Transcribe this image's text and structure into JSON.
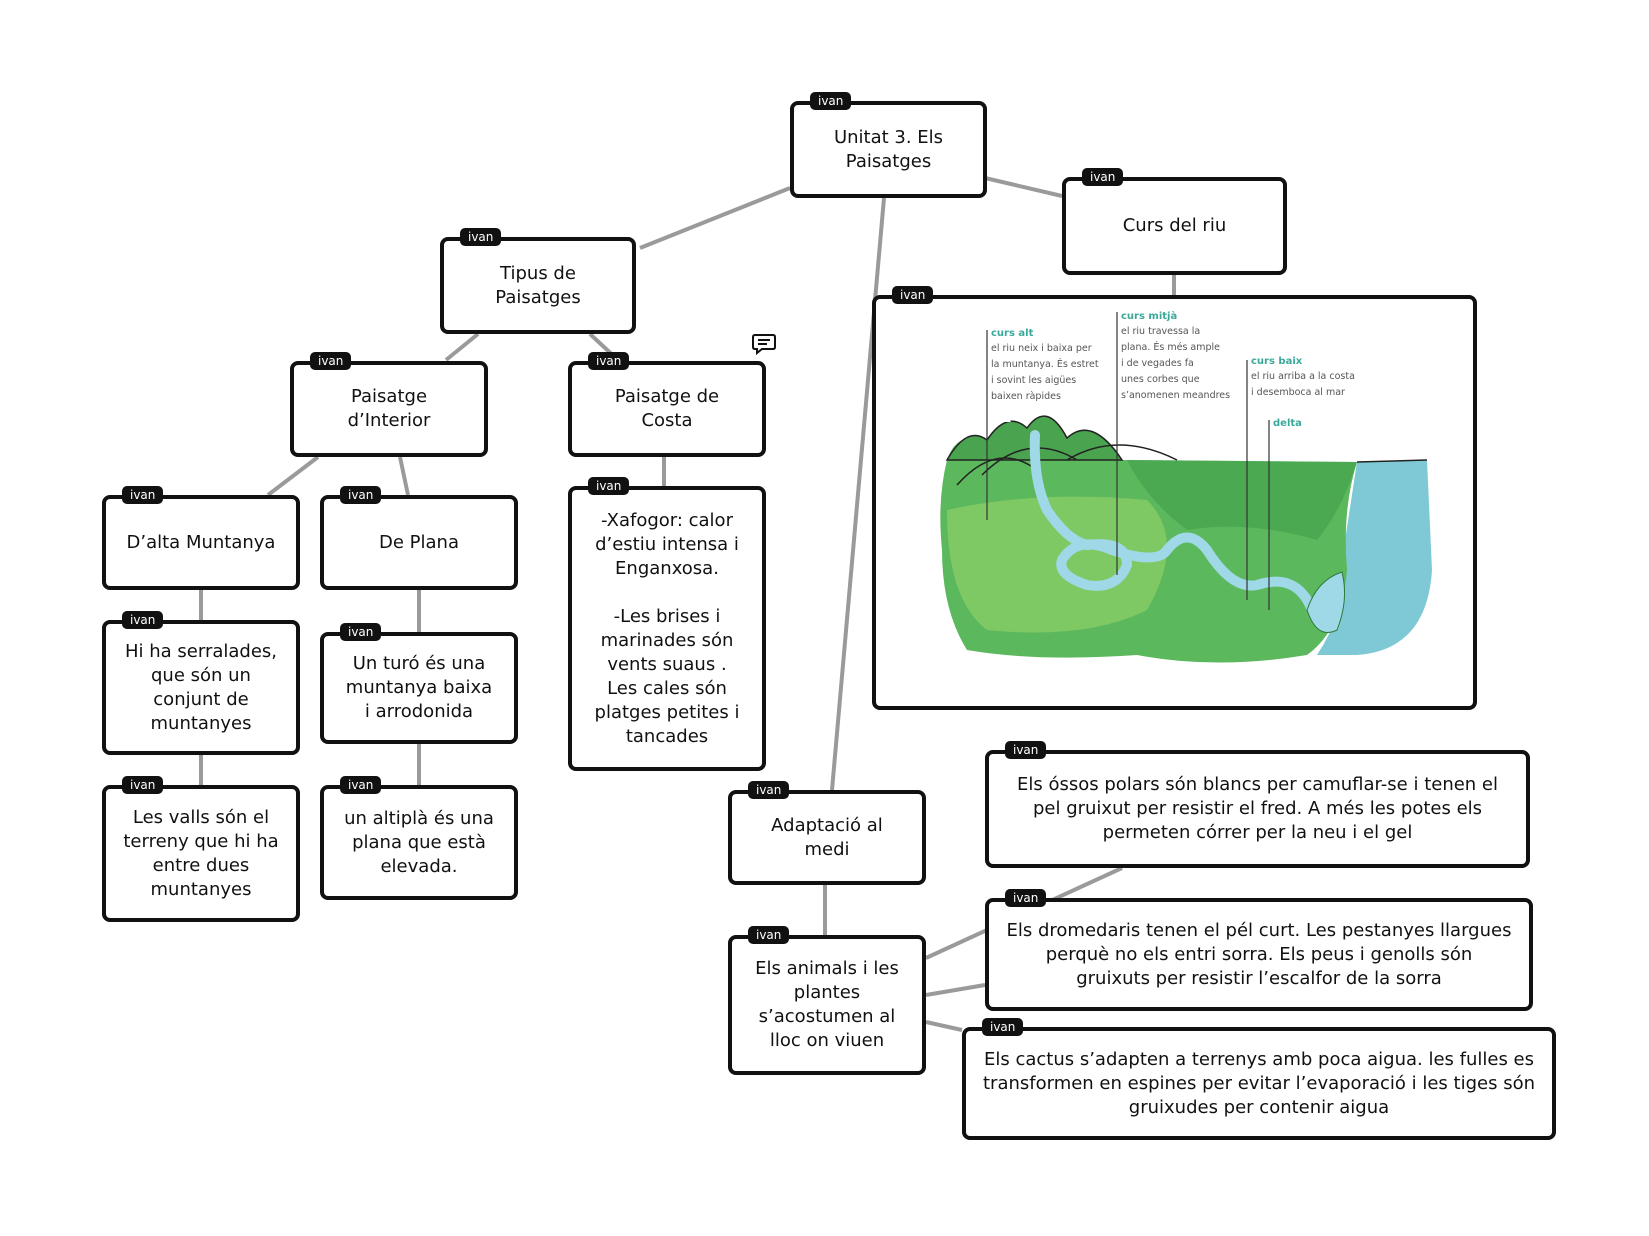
{
  "author_tag": "ivan",
  "nodes": {
    "root": "Unitat 3. Els\nPaisatges",
    "tipus": "Tipus de\nPaisatges",
    "curs": "Curs del riu",
    "interior": "Paisatge\nd’Interior",
    "costa": "Paisatge de\nCosta",
    "alta": "D’alta Muntanya",
    "plana": "De Plana",
    "serralades": "Hi ha serralades,\nque són un\nconjunt de\nmuntanyes",
    "valls": "Les valls són el\nterreny que hi ha\nentre dues\nmuntanyes",
    "turo": "Un turó és una\nmuntanya baixa\ni arrodonida",
    "altipla": "un altiplà és una\nplana que està\nelevada.",
    "xafogor": "-Xafogor: calor\nd’estiu intensa i\nEnganxosa.\n\n-Les brises i\nmarinades són\nvents suaus .\nLes cales són\nplatges petites i\ntancades",
    "adaptacio": "Adaptació al\nmedi",
    "animals": "Els animals i les\nplantes\ns’acostumen al\nlloc on viuen",
    "ossos": "Els óssos polars són blancs per camuflar-se i tenen el\npel gruixut per resistir el fred. A més les potes els\npermeten córrer per la neu i el gel",
    "dromedaris": "Els dromedaris tenen el pél curt. Les pestanyes llargues\nperquè no els entri sorra.  Els peus i genolls són\ngruixuts per resistir l’escalfor de la sorra",
    "cactus": "Els cactus s’adapten a terrenys amb poca aigua. les fulles es\ntransformen en espines per evitar l’evaporació i les tiges són\ngruixudes per contenir aigua"
  },
  "river_image": {
    "curs_alt": {
      "title": "curs alt",
      "lines": [
        "el riu neix i baixa per",
        "la muntanya. És estret",
        "i sovint les aigües",
        "baixen ràpides"
      ]
    },
    "curs_mitja": {
      "title": "curs mitjà",
      "lines": [
        "el riu travessa la",
        "plana. És més ample",
        "i de vegades fa",
        "unes corbes que",
        "s’anomenen meandres"
      ]
    },
    "curs_baix": {
      "title": "curs baix",
      "lines": [
        "el riu arriba a la costa",
        "i desemboca al mar"
      ]
    },
    "delta": "delta"
  },
  "colors": {
    "border": "#111111",
    "link": "#9a9a9a",
    "tag_bg": "#111111",
    "tag_text": "#ffffff",
    "water": "#7fc9d6",
    "land": "#5cb85c",
    "annotation": "#3aa99a"
  },
  "icons": {
    "comment": "speech-bubble-icon"
  }
}
